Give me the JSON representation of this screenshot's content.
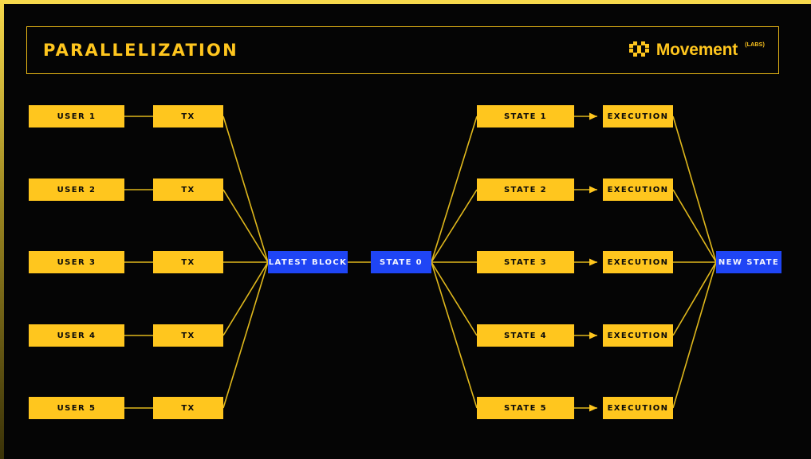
{
  "slide": {
    "background_color": "#050505",
    "accent_yellow": "#FFC61E",
    "accent_blue": "#1F45F5",
    "border_color": "#E9B816"
  },
  "header": {
    "title": "PARALLELIZATION",
    "brand_name": "Movement",
    "brand_superscript": "(LABS)",
    "brand_icon": "movement-m-icon"
  },
  "diagram": {
    "type": "flow-diagram",
    "users": [
      {
        "label": "USER 1"
      },
      {
        "label": "USER 2"
      },
      {
        "label": "USER 3"
      },
      {
        "label": "USER 4"
      },
      {
        "label": "USER 5"
      }
    ],
    "transactions": [
      {
        "label": "TX"
      },
      {
        "label": "TX"
      },
      {
        "label": "TX"
      },
      {
        "label": "TX"
      },
      {
        "label": "TX"
      }
    ],
    "latest_block": {
      "label": "LATEST BLOCK"
    },
    "state_zero": {
      "label": "STATE 0"
    },
    "states": [
      {
        "label": "STATE 1"
      },
      {
        "label": "STATE 2"
      },
      {
        "label": "STATE 3"
      },
      {
        "label": "STATE 4"
      },
      {
        "label": "STATE 5"
      }
    ],
    "executions": [
      {
        "label": "EXECUTION"
      },
      {
        "label": "EXECUTION"
      },
      {
        "label": "EXECUTION"
      },
      {
        "label": "EXECUTION"
      },
      {
        "label": "EXECUTION"
      }
    ],
    "new_state": {
      "label": "NEW STATE"
    }
  }
}
